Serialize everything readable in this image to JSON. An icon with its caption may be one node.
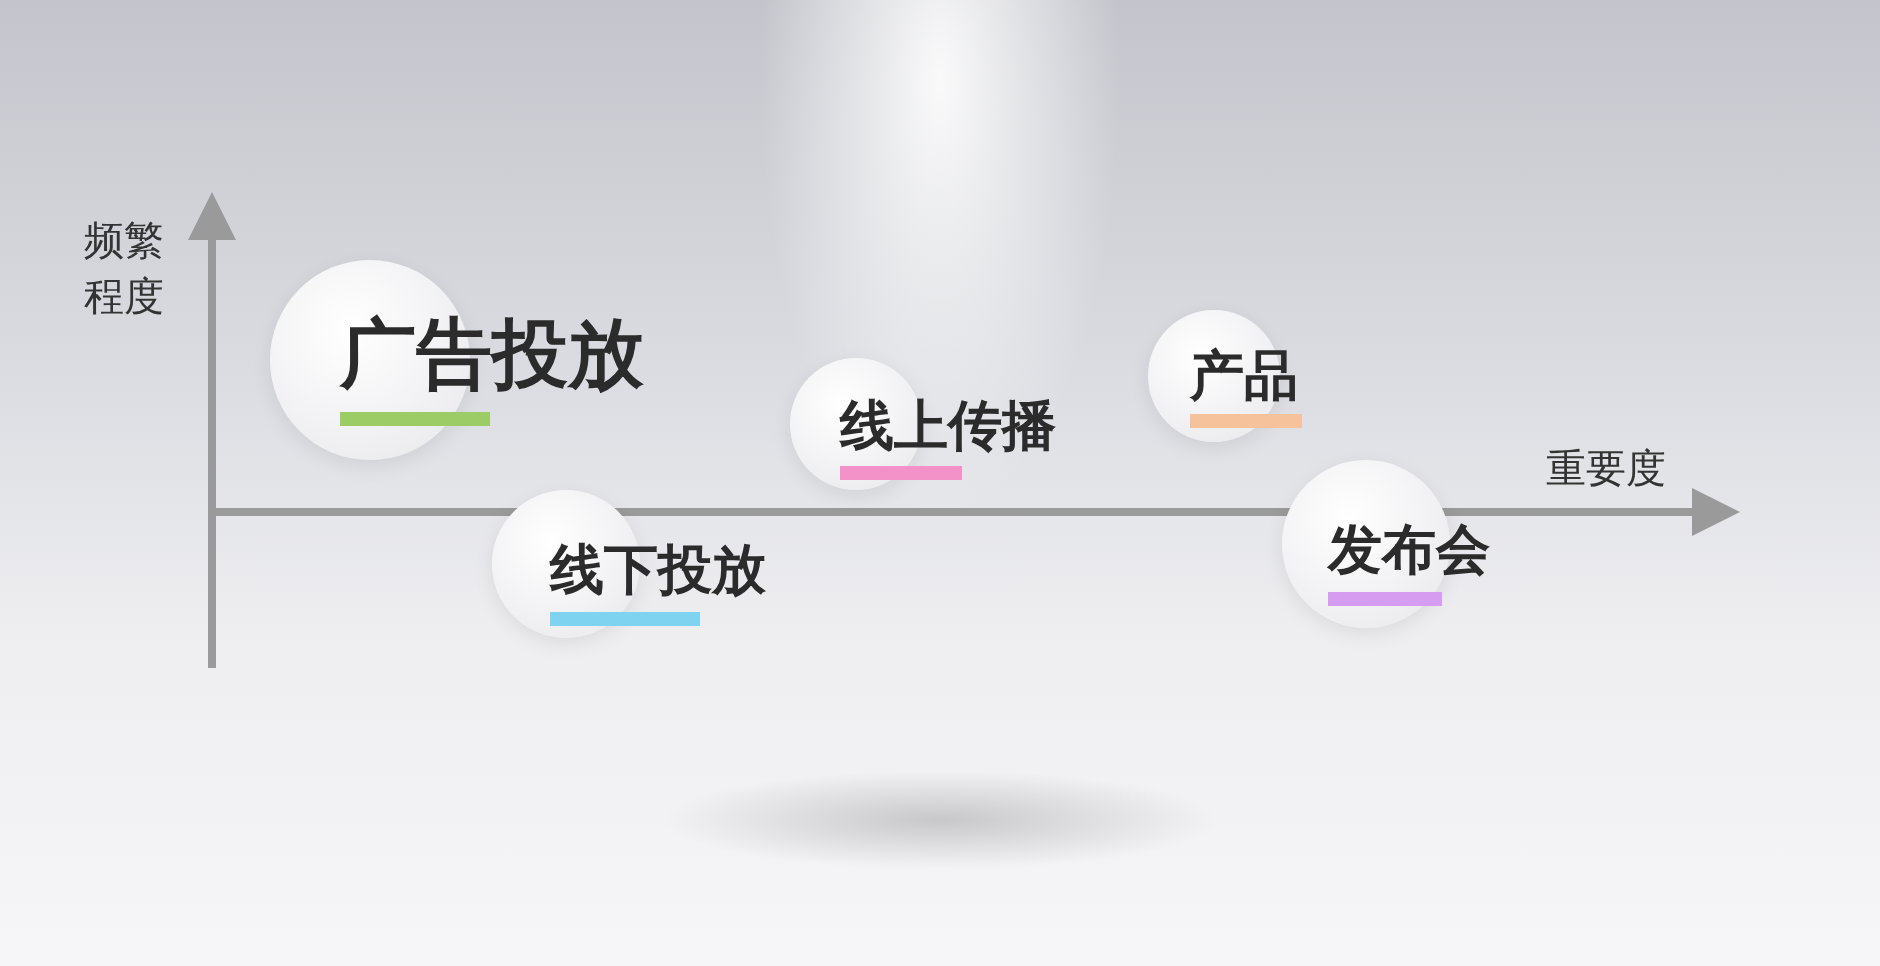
{
  "diagram": {
    "nodes": [
      {
        "text": [
          "广告投放"
        ]
      },
      {
        "text": [
          "线上传播"
        ]
      },
      {
        "text": [
          "产品"
        ]
      },
      {
        "text": [
          "线下投放"
        ]
      },
      {
        "text": [
          "发布会"
        ]
      }
    ],
    "labels": [
      "频繁程度",
      "重要度"
    ]
  }
}
